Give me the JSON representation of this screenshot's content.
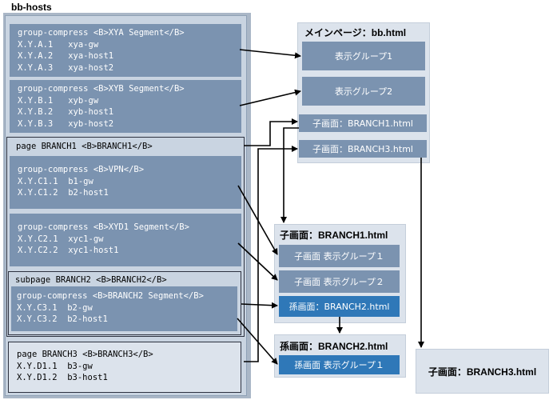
{
  "bb_hosts": {
    "title": "bb-hosts",
    "group_xya": {
      "header": "group-compress <B>XYA Segment</B>",
      "rows": [
        "X.Y.A.1   xya-gw",
        "X.Y.A.2   xya-host1",
        "X.Y.A.3   xya-host2"
      ]
    },
    "group_xyb": {
      "header": "group-compress <B>XYB Segment</B>",
      "rows": [
        "X.Y.B.1   xyb-gw",
        "X.Y.B.2   xyb-host1",
        "X.Y.B.3   xyb-host2"
      ]
    },
    "page_branch1": {
      "header": "page BRANCH1 <B>BRANCH1</B>",
      "group_vpn": {
        "header": "group-compress <B>VPN</B>",
        "rows": [
          "X.Y.C1.1  b1-gw",
          "X.Y.C1.2  b2-host1"
        ]
      },
      "group_xyd1": {
        "header": "group-compress <B>XYD1 Segment</B>",
        "rows": [
          "X.Y.C2.1  xyc1-gw",
          "X.Y.C2.2  xyc1-host1"
        ]
      },
      "subpage_branch2": {
        "header": "subpage BRANCH2 <B>BRANCH2</B>",
        "group": {
          "header": "group-compress <B>BRANCH2 Segment</B>",
          "rows": [
            "X.Y.C3.1  b2-gw",
            "X.Y.C3.2  b2-host1"
          ]
        }
      }
    },
    "page_branch3": {
      "header": "page BRANCH3 <B>BRANCH3</B>",
      "rows": [
        "X.Y.D1.1  b3-gw",
        "X.Y.D1.2  b3-host1"
      ]
    }
  },
  "main_page": {
    "title": "メインページ：bb.html",
    "group1": "表示グループ1",
    "group2": "表示グループ2",
    "link_branch1": "子画面：BRANCH1.html",
    "link_branch3": "子画面：BRANCH3.html"
  },
  "branch1_page": {
    "title": "子画面：BRANCH1.html",
    "group1": "子画面 表示グループ１",
    "group2": "子画面 表示グループ２",
    "link_branch2": "孫画面：BRANCH2.html"
  },
  "branch2_page": {
    "title": "孫画面：BRANCH2.html",
    "group1": "孫画面 表示グループ１"
  },
  "branch3_page": {
    "title": "子画面：BRANCH3.html"
  },
  "colors": {
    "panel": "#7b93b0",
    "highlight": "#2f78b8",
    "page_bg": "#dce3ec"
  }
}
